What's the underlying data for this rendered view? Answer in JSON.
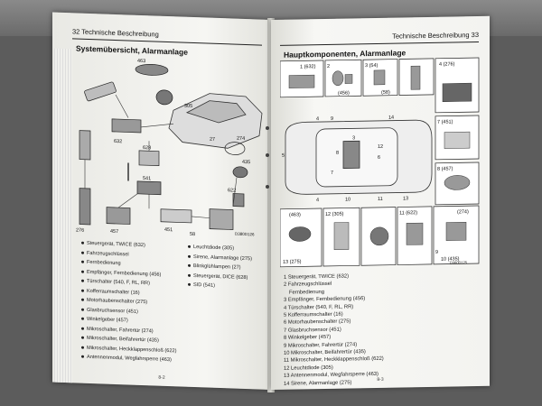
{
  "left_page": {
    "header": "32 Technische Beschreibung",
    "section_title": "Systemübersicht, Alarmanlage",
    "diagram_code": "D380D126",
    "diagram_labels": [
      "463",
      "632",
      "628",
      "541",
      "276",
      "457",
      "451",
      "58",
      "305",
      "274",
      "435",
      "622",
      "27"
    ],
    "legend_col1": [
      "Steuergerät, TWICE (632)",
      "Fahrzeugschlüssel",
      "Fernbedienung",
      "Empfänger, Fernbedienung (456)",
      "Türschalter (540, F, RL, RR)",
      "Kofferraumschalter (16)",
      "Motorhaubenschalter (275)",
      "Glasbruchsensor (451)",
      "Winkelgeber (457)",
      "Mikroschalter, Fahrertür (274)",
      "Mikroschalter, Beifahrertür (435)",
      "Mikroschalter, Heckklappenschloß (622)",
      "Antennenmodul, Wegfahrsperre (463)"
    ],
    "legend_col2": [
      "Leuchtdiode (305)",
      "Sirene, Alarmanlage (275)",
      "Blinkglühlampen (27)",
      "Steuergerät, DICE (628)",
      "SID (541)"
    ],
    "footer": "8-2"
  },
  "right_page": {
    "header": "Technische Beschreibung 33",
    "section_title": "Hauptkomponenten, Alarmanlage",
    "diagram_code": "D380D125",
    "box_labels": [
      "1 (632)",
      "2",
      "3 (54)",
      "4 (276)",
      "(456)",
      "(58)",
      "7 (451)",
      "8 (457)",
      "(463)",
      "12 (305)",
      "11 (622)",
      "(274)",
      "13 (275)",
      "9",
      "10 (435)"
    ],
    "car_labels": [
      "14",
      "4",
      "9",
      "5",
      "8",
      "12",
      "6",
      "7",
      "3",
      "4",
      "10",
      "11",
      "13"
    ],
    "legend": [
      "1 Steuergerät, TWICE (632)",
      "2 Fahrzeugschlüssel",
      "Fernbedienung",
      "3 Empfänger, Fernbedienung (456)",
      "4 Türschalter (540, F, RL, RR)",
      "5 Kofferraumschalter (16)",
      "6 Motorhaubenschalter (275)",
      "7 Glasbruchsensor (451)",
      "8 Winkelgeber (457)",
      "9 Mikroschalter, Fahrertür (274)",
      "10 Mikroschalter, Beifahrertür (435)",
      "11 Mikroschalter, Heckklappenschloß (622)",
      "12 Leuchtdiode (305)",
      "13 Antennenmodul, Wegfahrsperre (463)",
      "14 Sirene, Alarmanlage (275)"
    ],
    "footer": "8-3"
  }
}
